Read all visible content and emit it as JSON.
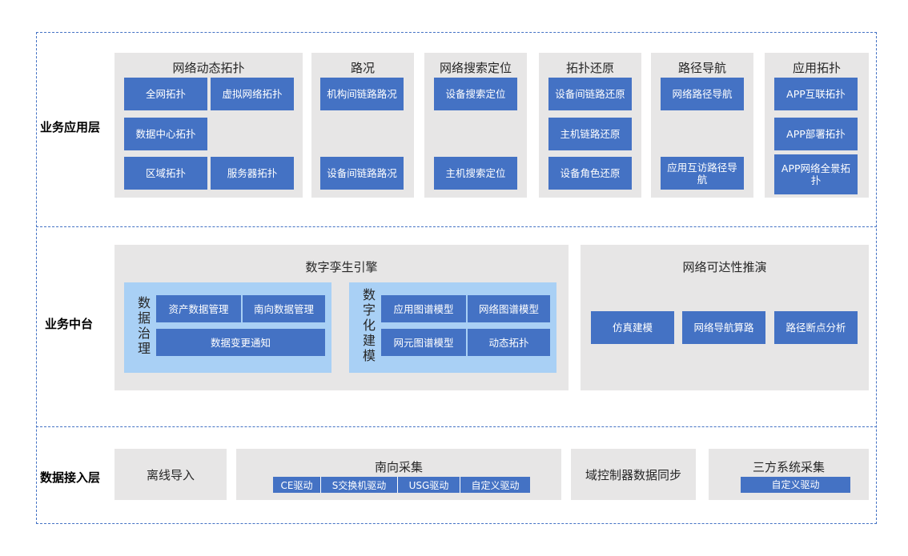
{
  "layers": {
    "app": "业务应用层",
    "middle": "业务中台",
    "access": "数据接入层"
  },
  "app_panels": [
    {
      "title": "网络动态拓扑",
      "items": [
        "全网拓扑",
        "虚拟网络拓扑",
        "数据中心拓扑",
        "区域拓扑",
        "服务器拓扑"
      ]
    },
    {
      "title": "路况",
      "items": [
        "机构间链路路况",
        "设备间链路路况"
      ]
    },
    {
      "title": "网络搜索定位",
      "items": [
        "设备搜索定位",
        "主机搜索定位"
      ]
    },
    {
      "title": "拓扑还原",
      "items": [
        "设备间链路还原",
        "主机链路还原",
        "设备角色还原"
      ]
    },
    {
      "title": "路径导航",
      "items": [
        "网络路径导航",
        "应用互访路径导航"
      ]
    },
    {
      "title": "应用拓扑",
      "items": [
        "APP互联拓扑",
        "APP部署拓扑",
        "APP网络全景拓扑"
      ]
    }
  ],
  "twin": {
    "title": "数字孪生引擎",
    "governance": {
      "label": "数据治理",
      "items": [
        "资产数据管理",
        "南向数据管理",
        "数据变更通知"
      ]
    },
    "modeling": {
      "label": "数字化建模",
      "items": [
        "应用图谱模型",
        "网络图谱模型",
        "网元图谱模型",
        "动态拓扑"
      ]
    }
  },
  "reach": {
    "title": "网络可达性推演",
    "items": [
      "仿真建模",
      "网络导航算路",
      "路径断点分析"
    ]
  },
  "access": {
    "offline": "离线导入",
    "south": {
      "title": "南向采集",
      "drivers": [
        "CE驱动",
        "S交换机驱动",
        "USG驱动",
        "自定义驱动"
      ]
    },
    "domain_sync": "域控制器数据同步",
    "third": {
      "title": "三方系统采集",
      "driver": "自定义驱动"
    }
  }
}
